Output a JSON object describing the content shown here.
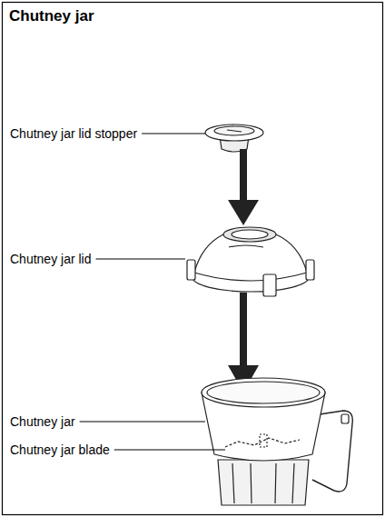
{
  "diagram": {
    "title": "Chutney jar",
    "labels": [
      "Chutney jar lid stopper",
      "Chutney jar lid",
      "Chutney jar",
      "Chutney jar blade"
    ]
  }
}
